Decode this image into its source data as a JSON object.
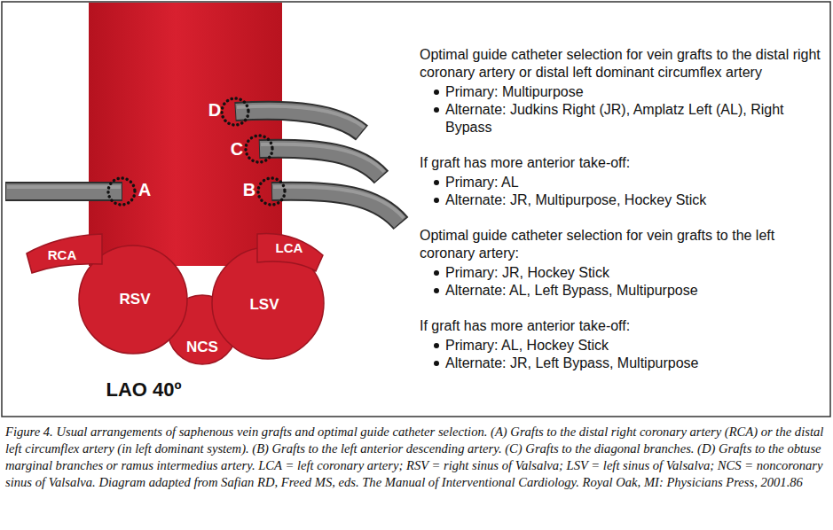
{
  "diagram": {
    "caption": "Figure 4. Usual arrangements of saphenous vein grafts and optimal guide catheter selection. (A) Grafts to the distal right coronary artery (RCA) or the distal left circumflex artery (in left dominant system). (B) Grafts to the left anterior descending artery. (C) Grafts to the diagonal branches. (D) Grafts to the obtuse marginal branches or ramus intermedius artery. LCA = left coronary artery; RSV = right sinus of Valsalva; LSV = left sinus of Valsalva; NCS = noncoronary sinus of Valsalva. Diagram adapted from Safian RD, Freed MS, eds. The Manual of Interventional Cardiology. Royal Oak, MI: Physicians Press, 2001.86",
    "nodes": [
      {
        "text": [
          "RCA"
        ]
      },
      {
        "text": [
          "LCA"
        ]
      },
      {
        "text": [
          "RSV"
        ]
      },
      {
        "text": [
          "LSV"
        ]
      },
      {
        "text": [
          "NCS"
        ]
      }
    ],
    "labels": [
      "D",
      "C",
      "B",
      "A",
      "Optimal guide catheter selection for vein grafts to the distal right coronary artery or distal left dominant circumflex artery",
      "Primary: Multipurpose",
      "Alternate: Judkins Right (JR), Amplatz Left (AL), Right Bypass",
      "If graft has more anterior take-off:",
      "Primary: AL",
      "Alternate: JR, Multipurpose, Hockey Stick",
      "Optimal guide catheter selection for vein grafts to the left coronary artery:",
      "Primary: JR, Hockey Stick",
      "Alternate: AL, Left Bypass, Multipurpose",
      "If graft has more anterior take-off:",
      "Primary: AL, Hockey Stick",
      "Alternate: JR, Left Bypass, Multipurpose",
      "LAO 40º"
    ]
  }
}
